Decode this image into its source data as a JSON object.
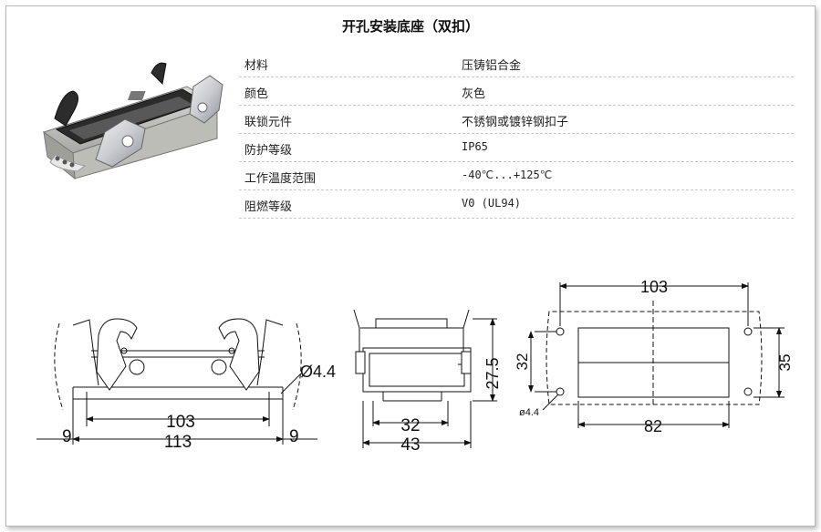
{
  "title": "开孔安装底座（双扣）",
  "specs": [
    {
      "label": "材料",
      "value": "压铸铝合金"
    },
    {
      "label": "颜色",
      "value": "灰色"
    },
    {
      "label": "联锁元件",
      "value": "不锈钢或镀锌钢扣子"
    },
    {
      "label": "防护等级",
      "value": "IP65"
    },
    {
      "label": "工作温度范围",
      "value": "-40℃...+125℃"
    },
    {
      "label": "阻燃等级",
      "value": "V0 (UL94)"
    }
  ],
  "drawings": {
    "front": {
      "dia": "Ø4.4",
      "inner": "103",
      "outer": "113",
      "left_gap": "9",
      "right_gap": "9"
    },
    "side": {
      "height": "27.5",
      "inner": "32",
      "outer": "43"
    },
    "top": {
      "width": "103",
      "height": "35",
      "inner_h": "32",
      "hole_w": "82",
      "dia": "ø4.4"
    }
  }
}
